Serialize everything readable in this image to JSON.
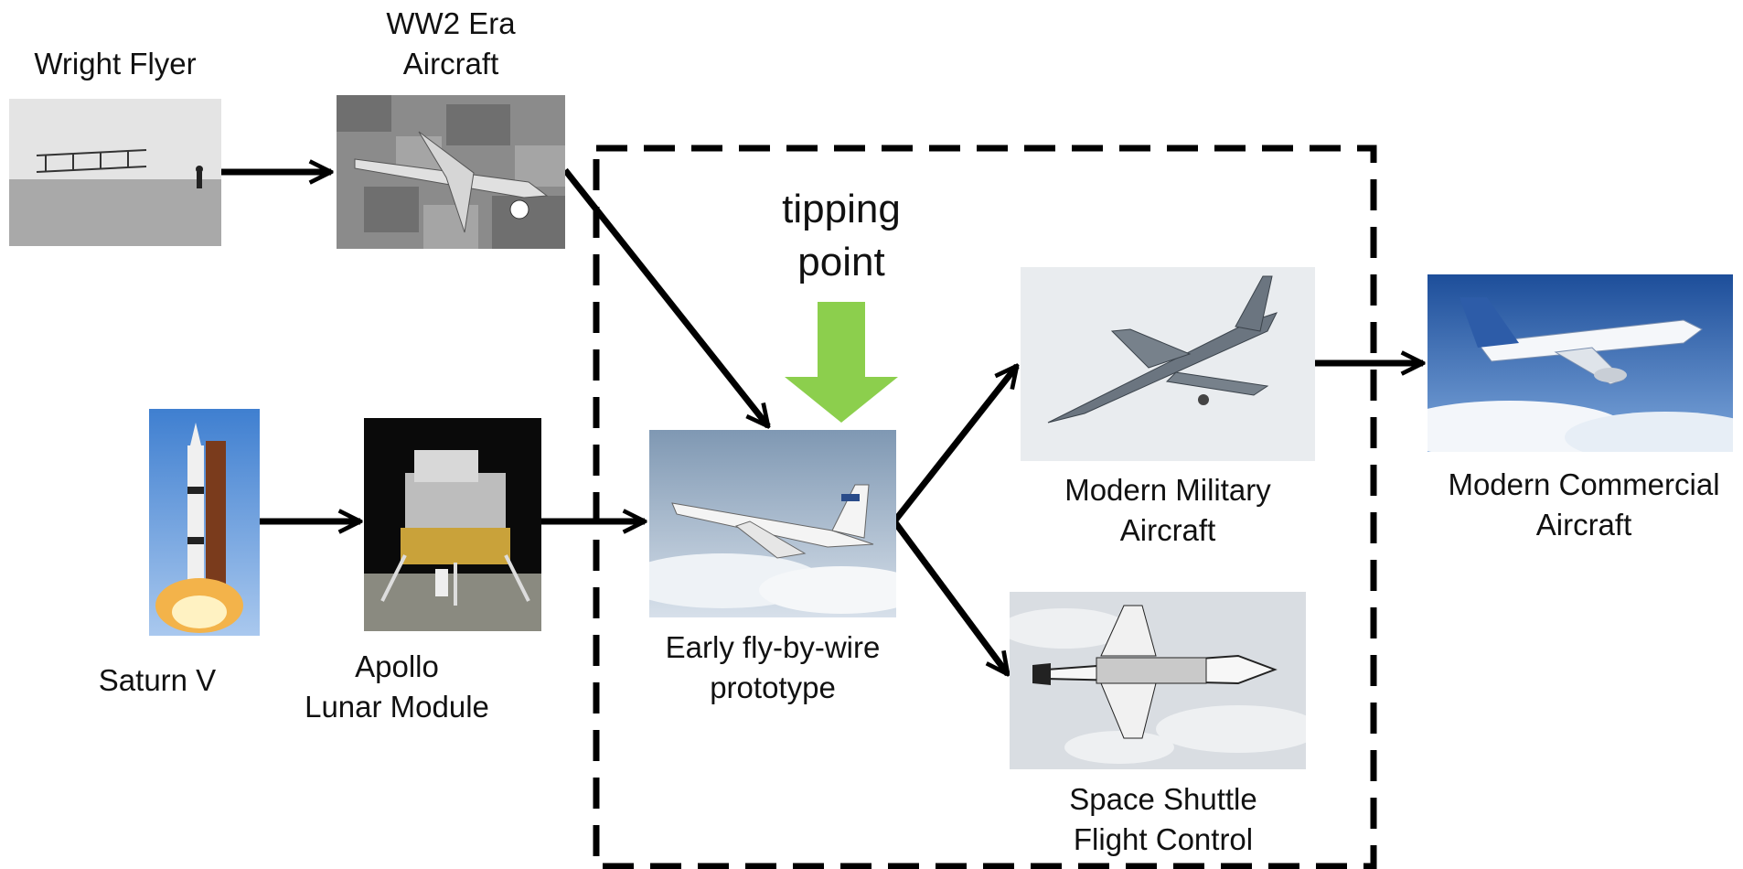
{
  "nodes": {
    "wright_flyer": {
      "label": [
        "Wright Flyer"
      ]
    },
    "ww2": {
      "label": [
        "WW2 Era",
        "Aircraft"
      ]
    },
    "saturn_v": {
      "label": [
        "Saturn V"
      ]
    },
    "apollo": {
      "label": [
        "Apollo",
        "Lunar Module"
      ]
    },
    "fly_by_wire": {
      "label": [
        "Early fly-by-wire",
        "prototype"
      ]
    },
    "military": {
      "label": [
        "Modern Military",
        "Aircraft"
      ]
    },
    "shuttle": {
      "label": [
        "Space Shuttle",
        "Flight Control"
      ]
    },
    "commercial": {
      "label": [
        "Modern Commercial",
        "Aircraft"
      ]
    }
  },
  "tipping_point": {
    "label": [
      "tipping",
      "point"
    ],
    "color": "#8ccf4d"
  },
  "edges": [
    {
      "from": "wright_flyer",
      "to": "ww2"
    },
    {
      "from": "ww2",
      "to": "fly_by_wire"
    },
    {
      "from": "saturn_v",
      "to": "apollo"
    },
    {
      "from": "apollo",
      "to": "fly_by_wire"
    },
    {
      "from": "fly_by_wire",
      "to": "military"
    },
    {
      "from": "fly_by_wire",
      "to": "shuttle"
    },
    {
      "from": "military",
      "to": "commercial"
    }
  ],
  "colors": {
    "arrow": "#000000",
    "dashed_box": "#000000",
    "text": "#111111"
  }
}
